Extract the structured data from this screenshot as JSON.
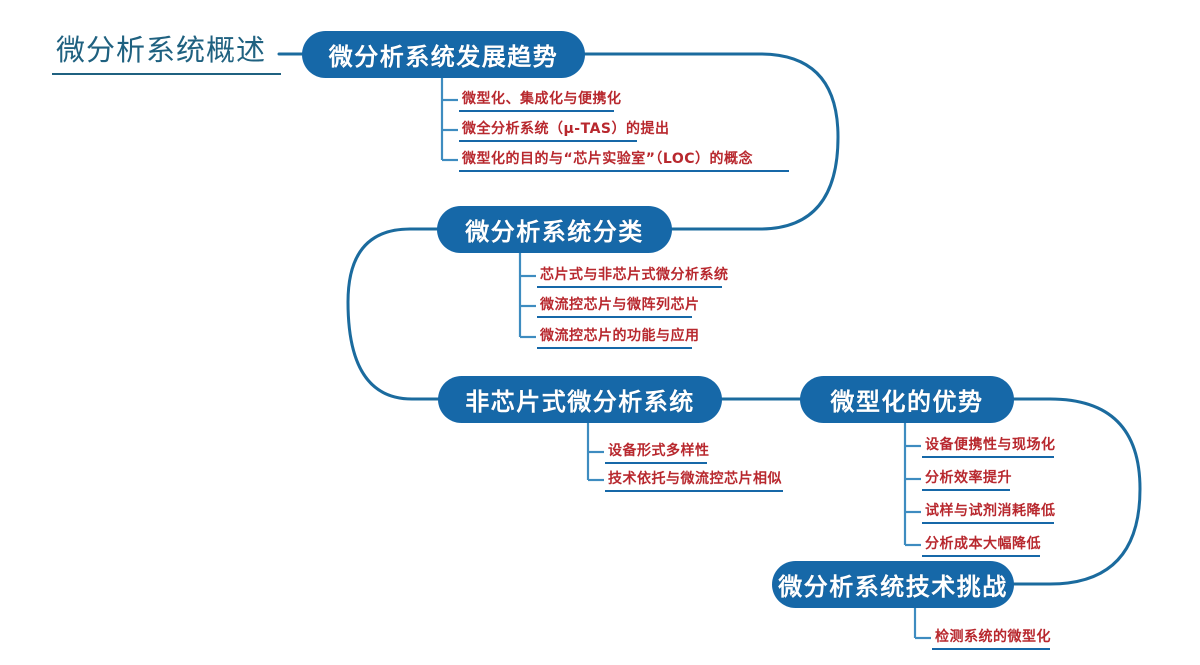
{
  "diagram": {
    "type": "mind-map",
    "background_color": "#ffffff",
    "node_color": "#1668a8",
    "leaf_text_color": "#b8282e",
    "root_text_color": "#1f6180",
    "connector_color": "#1b6b9e"
  },
  "root": {
    "label": "微分析系统概述"
  },
  "nodes": [
    {
      "id": "node-1",
      "label": "微分析系统发展趋势",
      "children": [
        {
          "label": "微型化、集成化与便携化"
        },
        {
          "label": "微全分析系统（μ-TAS）的提出"
        },
        {
          "label": "微型化的目的与“芯片实验室”（LOC）的概念"
        }
      ]
    },
    {
      "id": "node-2",
      "label": "微分析系统分类",
      "children": [
        {
          "label": "芯片式与非芯片式微分析系统"
        },
        {
          "label": "微流控芯片与微阵列芯片"
        },
        {
          "label": "微流控芯片的功能与应用"
        }
      ]
    },
    {
      "id": "node-3",
      "label": "非芯片式微分析系统",
      "children": [
        {
          "label": "设备形式多样性"
        },
        {
          "label": "技术依托与微流控芯片相似"
        }
      ]
    },
    {
      "id": "node-4",
      "label": "微型化的优势",
      "children": [
        {
          "label": "设备便携性与现场化"
        },
        {
          "label": "分析效率提升"
        },
        {
          "label": "试样与试剂消耗降低"
        },
        {
          "label": "分析成本大幅降低"
        }
      ]
    },
    {
      "id": "node-5",
      "label": "微分析系统技术挑战",
      "children": [
        {
          "label": "检测系统的微型化"
        }
      ]
    }
  ]
}
